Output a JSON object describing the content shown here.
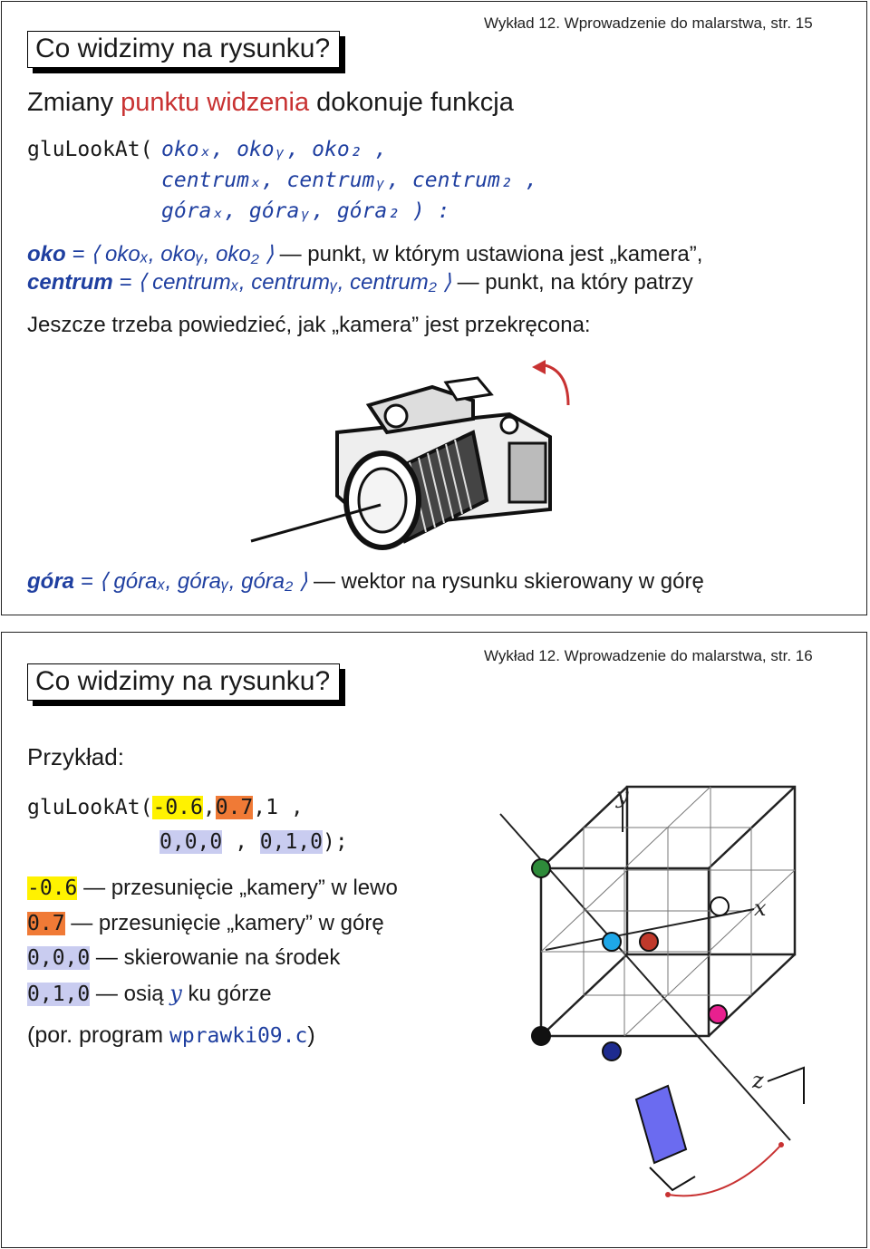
{
  "slide1": {
    "header": "Wykład 12. Wprowadzenie do malarstwa, str. 15",
    "title": "Co widzimy na rysunku?",
    "intro": {
      "pre": "Zmiany ",
      "highlight": "punktu widzenia",
      "post": " dokonuje funkcja"
    },
    "code": {
      "fn": "gluLookAt(",
      "line1": "okoₓ, okoᵧ, oko₂ ,",
      "line2": "centrumₓ, centrumᵧ, centrum₂ ,",
      "line3": "góraₓ, góraᵧ, góra₂ ) :"
    },
    "def_oko": {
      "term": "oko",
      "vec": "= ⟨ okoₓ, okoᵧ, oko₂ ⟩",
      "desc": "— punkt, w którym ustawiona jest „kamera”,"
    },
    "def_centrum": {
      "term": "centrum",
      "vec": "= ⟨ centrumₓ, centrumᵧ, centrum₂ ⟩",
      "desc": "— punkt, na który patrzy"
    },
    "note": "Jeszcze trzeba powiedzieć, jak „kamera” jest przekręcona:",
    "def_gora": {
      "term": "góra",
      "vec": "= ⟨ góraₓ, góraᵧ, góra₂ ⟩",
      "desc": "— wektor na rysunku skierowany w górę"
    }
  },
  "slide2": {
    "header": "Wykład 12. Wprowadzenie do malarstwa, str. 16",
    "title": "Co widzimy na rysunku?",
    "subtitle": "Przykład:",
    "call": {
      "fn": "gluLookAt(",
      "a": "-0.6",
      "sep1": ",",
      "b": "0.7",
      "rest1": ",1 ,",
      "c": "0,0,0",
      "sep2": " , ",
      "d": "0,1,0",
      "end": ");"
    },
    "items": [
      {
        "code": "-0.6",
        "text": "— przesunięcie „kamery” w lewo"
      },
      {
        "code": "0.7",
        "text": "— przesunięcie „kamery” w górę"
      },
      {
        "code": "0,0,0",
        "text": "— skierowanie na środek"
      },
      {
        "code": "0,1,0",
        "text": "— osią",
        "var": "y",
        "tail": "ku górze"
      }
    ],
    "ref": {
      "pre": "(por. program ",
      "file": "wprawki09.c",
      "post": ")"
    },
    "axes": {
      "x": "x",
      "y": "y",
      "z": "z"
    }
  }
}
